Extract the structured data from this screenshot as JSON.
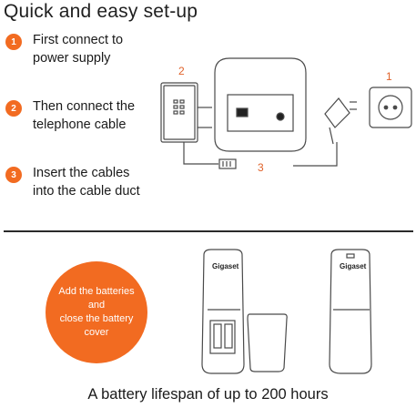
{
  "title": "Quick and easy set-up",
  "steps": [
    {
      "num": "1",
      "text": "First connect to\npower supply"
    },
    {
      "num": "2",
      "text": "Then connect the\ntelephone cable"
    },
    {
      "num": "3",
      "text": "Insert the cables\ninto the cable duct"
    }
  ],
  "callouts": {
    "base_unit": "2",
    "power_plug": "1",
    "cable": "3"
  },
  "battery_instruction": "Add the batteries\nand\nclose the battery\ncover",
  "brand": "Gigaset",
  "caption": "A battery lifespan of up to 200 hours",
  "colors": {
    "accent": "#f26b21",
    "line": "#4a4a4a"
  }
}
